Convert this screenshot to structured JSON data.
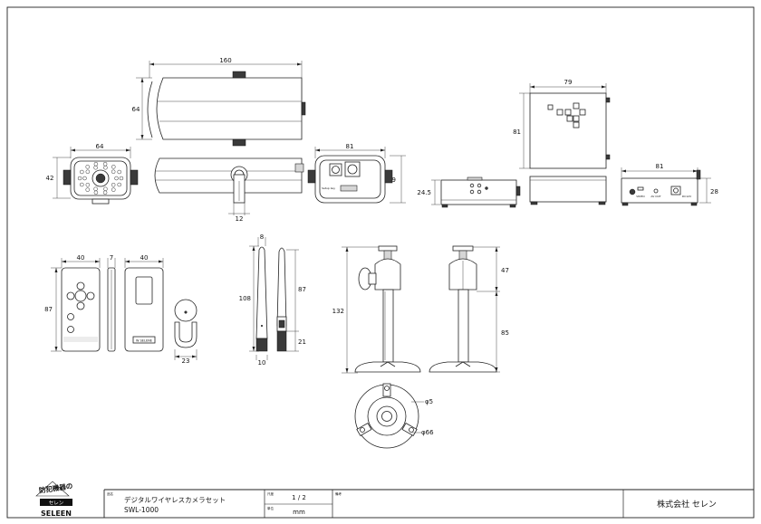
{
  "drawing": {
    "dims": {
      "cam_len": "160",
      "cam_h": "64",
      "front_w": "64",
      "front_h": "42",
      "rear_w": "81",
      "rear_h": "49",
      "bracket_w": "12",
      "rx_w": "79",
      "rx_h": "81",
      "rx_front_h": "24.5",
      "rx_rear_w": "81",
      "rx_rear_h": "28",
      "remote_w": "40",
      "remote_t": "7",
      "remote_back_w": "40",
      "remote_h": "87",
      "clip_w": "23",
      "ant_top": "8",
      "ant_h": "108",
      "ant_side_h": "87",
      "ant_base": "21",
      "ant_w": "10",
      "stand_h": "132",
      "stand_top": "47",
      "stand_bottom": "85",
      "hole_d": "φ5",
      "base_d": "φ66"
    },
    "unit_labels": {
      "front_small": "Setup key",
      "rear_video": "VIDEO",
      "rear_av": "AV OUT",
      "rear_dc": "DC12V",
      "remote_back": "W SELENE"
    }
  },
  "title_block": {
    "logo_top": "防犯機器の",
    "logo_mid": "セレン",
    "logo_bottom": "SELEEN",
    "name_label": "品名",
    "product_name": "デジタルワイヤレスカメラセット",
    "model": "SWL-1000",
    "scale_label": "尺度",
    "scale_value": "1 / 2",
    "unit_label": "単位",
    "unit_value": "mm",
    "note_label": "備考",
    "company": "株式会社 セレン"
  }
}
